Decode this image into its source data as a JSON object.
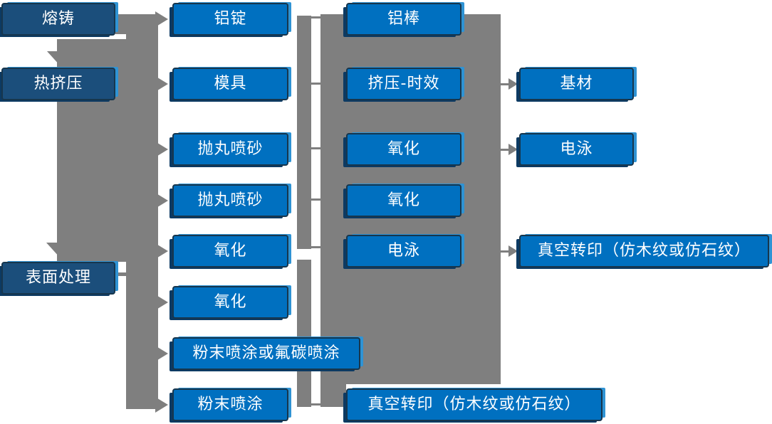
{
  "diagram": {
    "description": "Aluminum profile production process flowchart",
    "colors": {
      "process_box_blue": "#0070C0",
      "stage_box_navy": "#1B4E7B",
      "connector_gray": "#7F7F7F",
      "box_border": "#17364D",
      "box_highlight": "#2F93D4",
      "box_shadow_dark": "#0C3A63",
      "text": "#FFFFFF"
    },
    "nodes": {
      "melting_casting": "熔铸",
      "hot_extrusion": "热挤压",
      "surface_treatment": "表面处理",
      "aluminum_ingot": "铝锭",
      "mold": "模具",
      "shot_blasting_1": "抛丸喷砂",
      "shot_blasting_2": "抛丸喷砂",
      "oxidation_c2_1": "氧化",
      "oxidation_c2_2": "氧化",
      "powder_or_fluorocarbon_coating": "粉末喷涂或氟碳喷涂",
      "powder_coating": "粉末喷涂",
      "aluminum_rod": "铝棒",
      "extrusion_aging": "挤压-时效",
      "oxidation_c3_1": "氧化",
      "oxidation_c3_2": "氧化",
      "electrophoresis_c3": "电泳",
      "vacuum_transfer_c3": "真空转印（仿木纹或仿石纹）",
      "base_material": "基材",
      "electrophoresis_c4": "电泳",
      "vacuum_transfer_c4": "真空转印（仿木纹或仿石纹）"
    }
  }
}
